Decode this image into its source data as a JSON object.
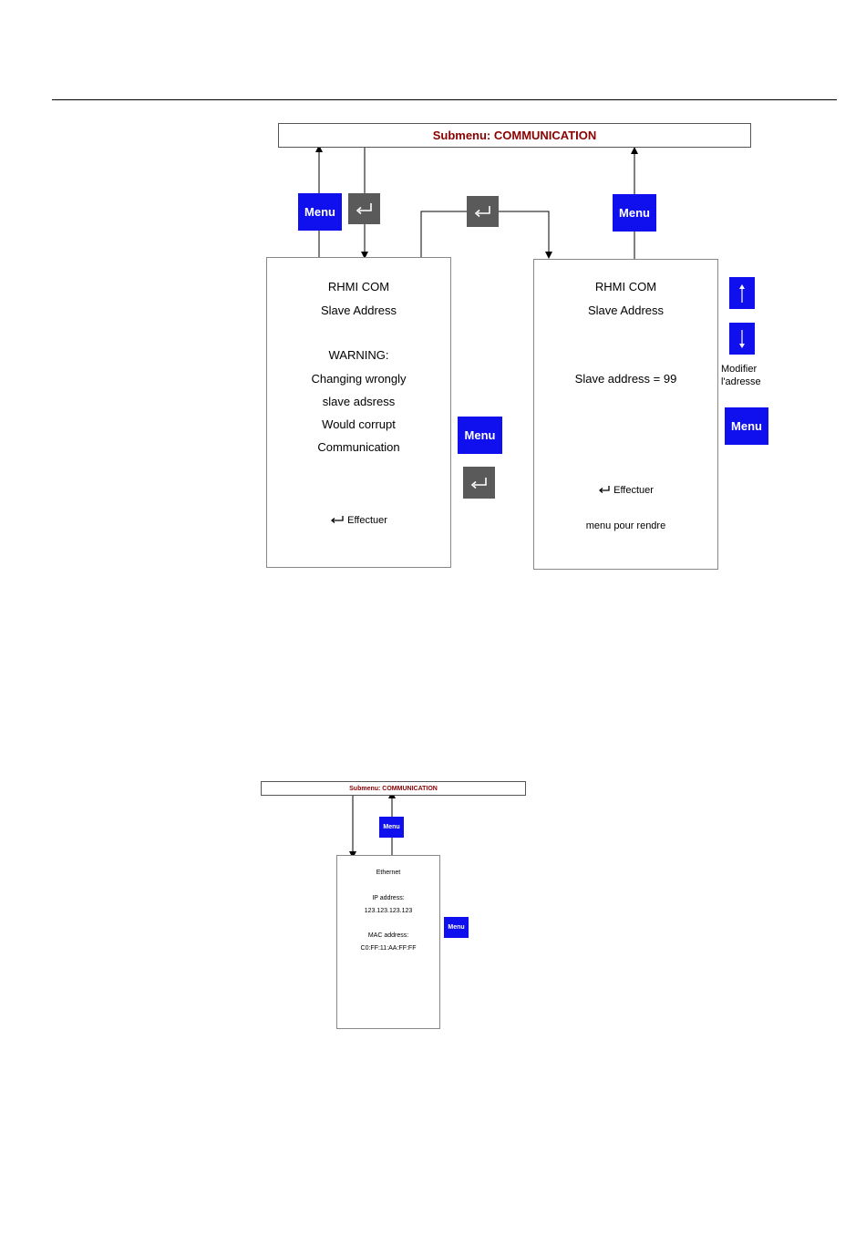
{
  "diagram1": {
    "submenu_title": "Submenu: COMMUNICATION",
    "menu_label": "Menu",
    "left_screen": {
      "title": "RHMI COM",
      "subtitle": "Slave Address",
      "warning": "WARNING:",
      "lines": [
        "Changing wrongly",
        "slave adsress",
        "Would corrupt",
        "Communication"
      ],
      "action": "Effectuer"
    },
    "right_screen": {
      "title": "RHMI COM",
      "subtitle": "Slave Address",
      "value": "Slave address = 99",
      "action": "Effectuer",
      "return_text": "menu pour rendre"
    },
    "modify_note": [
      "Modifier",
      "l'adresse"
    ]
  },
  "diagram2": {
    "submenu_title": "Submenu: COMMUNICATION",
    "menu_label": "Menu",
    "screen": {
      "title": "Ethernet",
      "ip_label": "IP address:",
      "ip_value": "123.123.123.123",
      "mac_label": "MAC address:",
      "mac_value": "C0:FF:11:AA:FF:FF"
    }
  },
  "colors": {
    "menu_button": "#1010ee",
    "enter_button": "#5a5a5a",
    "submenu_text": "#8b0000"
  },
  "icons": [
    "enter-key-icon",
    "arrow-up-icon",
    "arrow-down-icon"
  ]
}
